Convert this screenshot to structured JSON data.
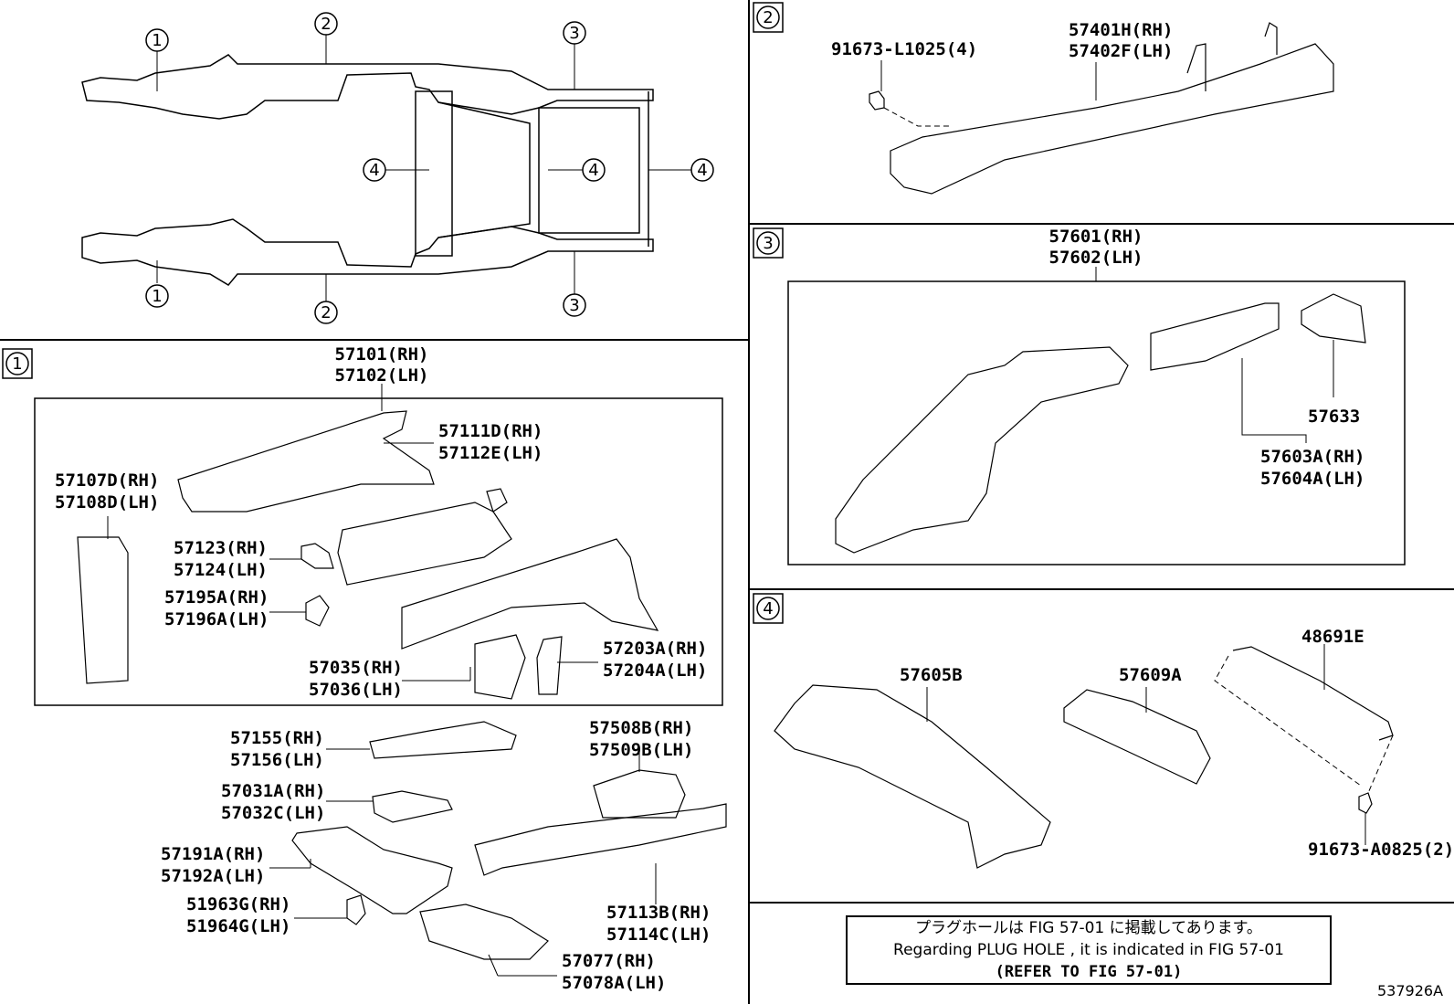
{
  "overview": {
    "markers": [
      "1",
      "2",
      "3",
      "4"
    ]
  },
  "section1": {
    "marker": "1",
    "labels": {
      "p57101": "57101(RH)",
      "p57102": "57102(LH)",
      "p57111": "57111D(RH)",
      "p57112": "57112E(LH)",
      "p57107": "57107D(RH)",
      "p57108": "57108D(LH)",
      "p57123": "57123(RH)",
      "p57124": "57124(LH)",
      "p57195": "57195A(RH)",
      "p57196": "57196A(LH)",
      "p57035": "57035(RH)",
      "p57036": "57036(LH)",
      "p57203": "57203A(RH)",
      "p57204": "57204A(LH)",
      "p57155": "57155(RH)",
      "p57156": "57156(LH)",
      "p57508": "57508B(RH)",
      "p57509": "57509B(LH)",
      "p57031": "57031A(RH)",
      "p57032": "57032C(LH)",
      "p57191": "57191A(RH)",
      "p57192": "57192A(LH)",
      "p51963": "51963G(RH)",
      "p51964": "51964G(LH)",
      "p57113": "57113B(RH)",
      "p57114": "57114C(LH)",
      "p57077": "57077(RH)",
      "p57078": "57078A(LH)"
    }
  },
  "section2": {
    "marker": "2",
    "labels": {
      "p91673a": "91673-L1025(4)",
      "p57401": "57401H(RH)",
      "p57402": "57402F(LH)"
    }
  },
  "section3": {
    "marker": "3",
    "labels": {
      "p57601": "57601(RH)",
      "p57602": "57602(LH)",
      "p57633": "57633",
      "p57603": "57603A(RH)",
      "p57604": "57604A(LH)"
    }
  },
  "section4": {
    "marker": "4",
    "labels": {
      "p48691": "48691E",
      "p57605": "57605B",
      "p57609": "57609A",
      "p91673b": "91673-A0825(2)"
    }
  },
  "note": {
    "line1": "プラグホールは FIG 57-01 に掲載してあります。",
    "line2": "Regarding  PLUG  HOLE , it is indicated in FIG 57-01",
    "line3": "(REFER TO FIG 57-01)"
  },
  "figure_id": "537926A"
}
